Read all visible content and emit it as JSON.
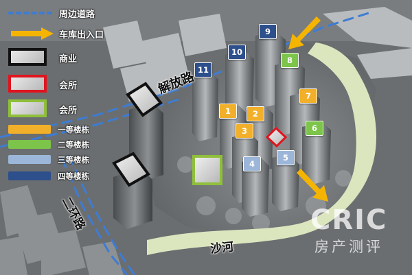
{
  "colors": {
    "road": "#3d7cd4",
    "entrance_arrow": "#f5b400",
    "commercial_border": "#111111",
    "clubhouse_red_border": "#e0141e",
    "clubhouse_green_border": "#8fbf3b",
    "tier1": "#f2b02a",
    "tier2": "#7cc44a",
    "tier3": "#9cb6d9",
    "tier4": "#2d4f8c",
    "river": "#dbe6bf"
  },
  "legend": {
    "road": {
      "label": "周边道路",
      "icon": "dashed-line"
    },
    "entrance": {
      "label": "车库出入口",
      "icon": "arrow-right"
    },
    "commercial": {
      "label": "商业"
    },
    "clubhouse_red": {
      "label": "会所"
    },
    "clubhouse_green": {
      "label": "会所"
    },
    "tier1": {
      "label": "一等楼栋"
    },
    "tier2": {
      "label": "二等楼栋"
    },
    "tier3": {
      "label": "三等楼栋"
    },
    "tier4": {
      "label": "四等楼栋"
    }
  },
  "map": {
    "road_labels": {
      "jiefang": "解放路",
      "erhuan": "二环路",
      "shahe": "沙河"
    },
    "buildings": [
      {
        "number": "1",
        "tier": "tier1"
      },
      {
        "number": "2",
        "tier": "tier1"
      },
      {
        "number": "3",
        "tier": "tier1"
      },
      {
        "number": "4",
        "tier": "tier3"
      },
      {
        "number": "5",
        "tier": "tier3"
      },
      {
        "number": "6",
        "tier": "tier2"
      },
      {
        "number": "7",
        "tier": "tier1"
      },
      {
        "number": "8",
        "tier": "tier2"
      },
      {
        "number": "9",
        "tier": "tier4"
      },
      {
        "number": "10",
        "tier": "tier4"
      },
      {
        "number": "11",
        "tier": "tier4"
      }
    ]
  },
  "watermark": {
    "brand": "CRIC",
    "subtitle": "房产测评"
  }
}
